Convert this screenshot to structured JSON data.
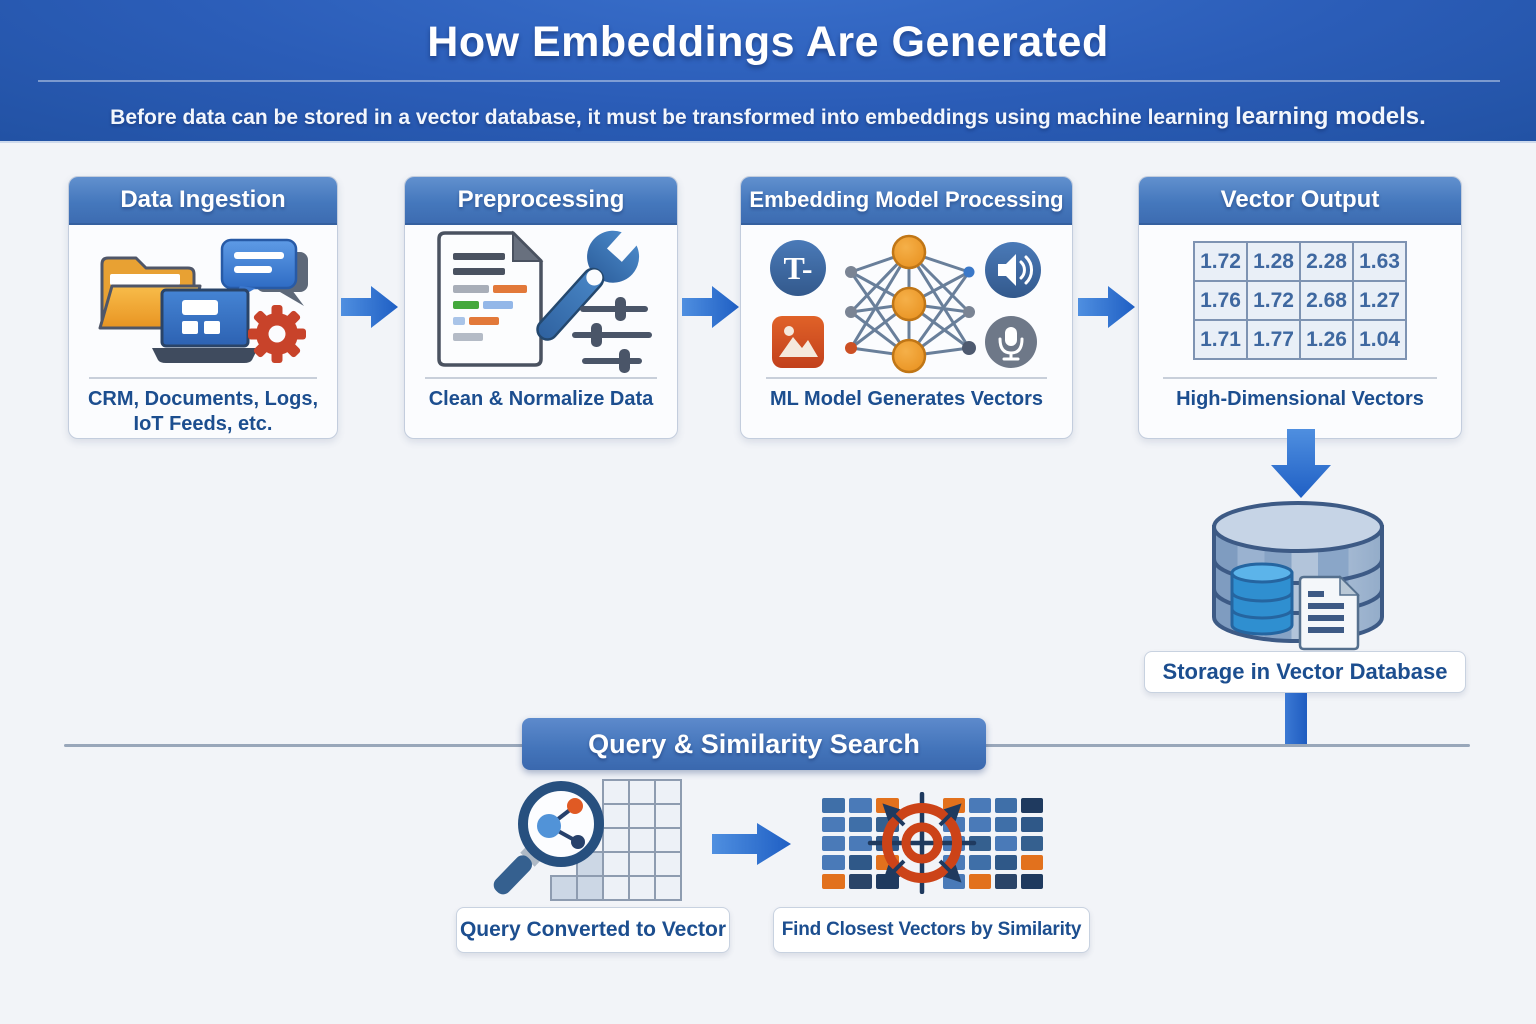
{
  "header": {
    "title": "How Embeddings Are Generated",
    "subtitle_regular": "Before data can be stored in a vector database, it must be transformed into embeddings using machine learning ",
    "subtitle_bold": "learning models."
  },
  "pipeline": {
    "steps": [
      {
        "title": "Data Ingestion",
        "caption": "CRM, Documents, Logs, IoT Feeds, etc."
      },
      {
        "title": "Preprocessing",
        "caption": "Clean & Normalize Data"
      },
      {
        "title": "Embedding Model Processing",
        "caption": "ML Model Generates Vectors"
      },
      {
        "title": "Vector Output",
        "caption": "High-Dimensional Vectors"
      }
    ]
  },
  "vector_output": {
    "values": [
      [
        "1.72",
        "1.28",
        "2.28",
        "1.63"
      ],
      [
        "1.76",
        "1.72",
        "2.68",
        "1.27"
      ],
      [
        "1.71",
        "1.77",
        "1.26",
        "1.04"
      ]
    ]
  },
  "storage": {
    "caption": "Storage in Vector Database"
  },
  "query_section": {
    "title": "Query & Similarity Search",
    "caption_query": "Query Converted to Vector",
    "caption_similarity": "Find Closest Vectors by Similarity"
  },
  "similarity_icon": {
    "left_grid": [
      [
        "#3f6fa8",
        "#4a7ab8",
        "#e2711d"
      ],
      [
        "#4a7ab8",
        "#3f6fa8",
        "#35608f"
      ],
      [
        "#4a7ab8",
        "#4a7ab8",
        "#2f5888"
      ],
      [
        "#4a7ab8",
        "#2f5888",
        "#e2711d"
      ],
      [
        "#e2711d",
        "#2a4468",
        "#1f3a5f"
      ]
    ],
    "right_grid": [
      [
        "#e2711d",
        "#4a7ab8",
        "#3f6fa8",
        "#1f3a5f"
      ],
      [
        "#4a7ab8",
        "#4a7ab8",
        "#3f6fa8",
        "#2f5888"
      ],
      [
        "#4a7ab8",
        "#35608f",
        "#4a7ab8",
        "#35608f"
      ],
      [
        "#4a7ab8",
        "#3f6fa8",
        "#2f5888",
        "#e2711d"
      ],
      [
        "#4a7ab8",
        "#e2711d",
        "#2a4468",
        "#1f3a5f"
      ]
    ]
  },
  "colors": {
    "page_bg": "#f2f4f8",
    "header_bg": "#2b5db8",
    "panel_header": "#4578bd",
    "arrow": "#2e6fd2",
    "caption_text": "#1c4e8f",
    "accent_orange": "#e2711d",
    "target_red": "#cc4318"
  }
}
